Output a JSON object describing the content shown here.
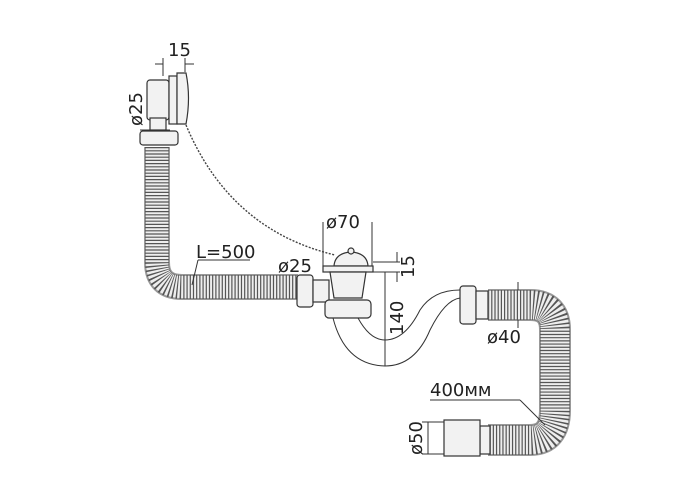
{
  "labels": {
    "overflow_width": "15",
    "overflow_diameter": "ø25",
    "hose_length": "L=500",
    "inlet_diameter": "ø25",
    "drain_diameter": "ø70",
    "drain_height": "15",
    "trap_depth": "140",
    "outlet_diameter": "ø40",
    "outlet_hose_length": "400мм",
    "outlet_socket_diameter": "ø50"
  }
}
